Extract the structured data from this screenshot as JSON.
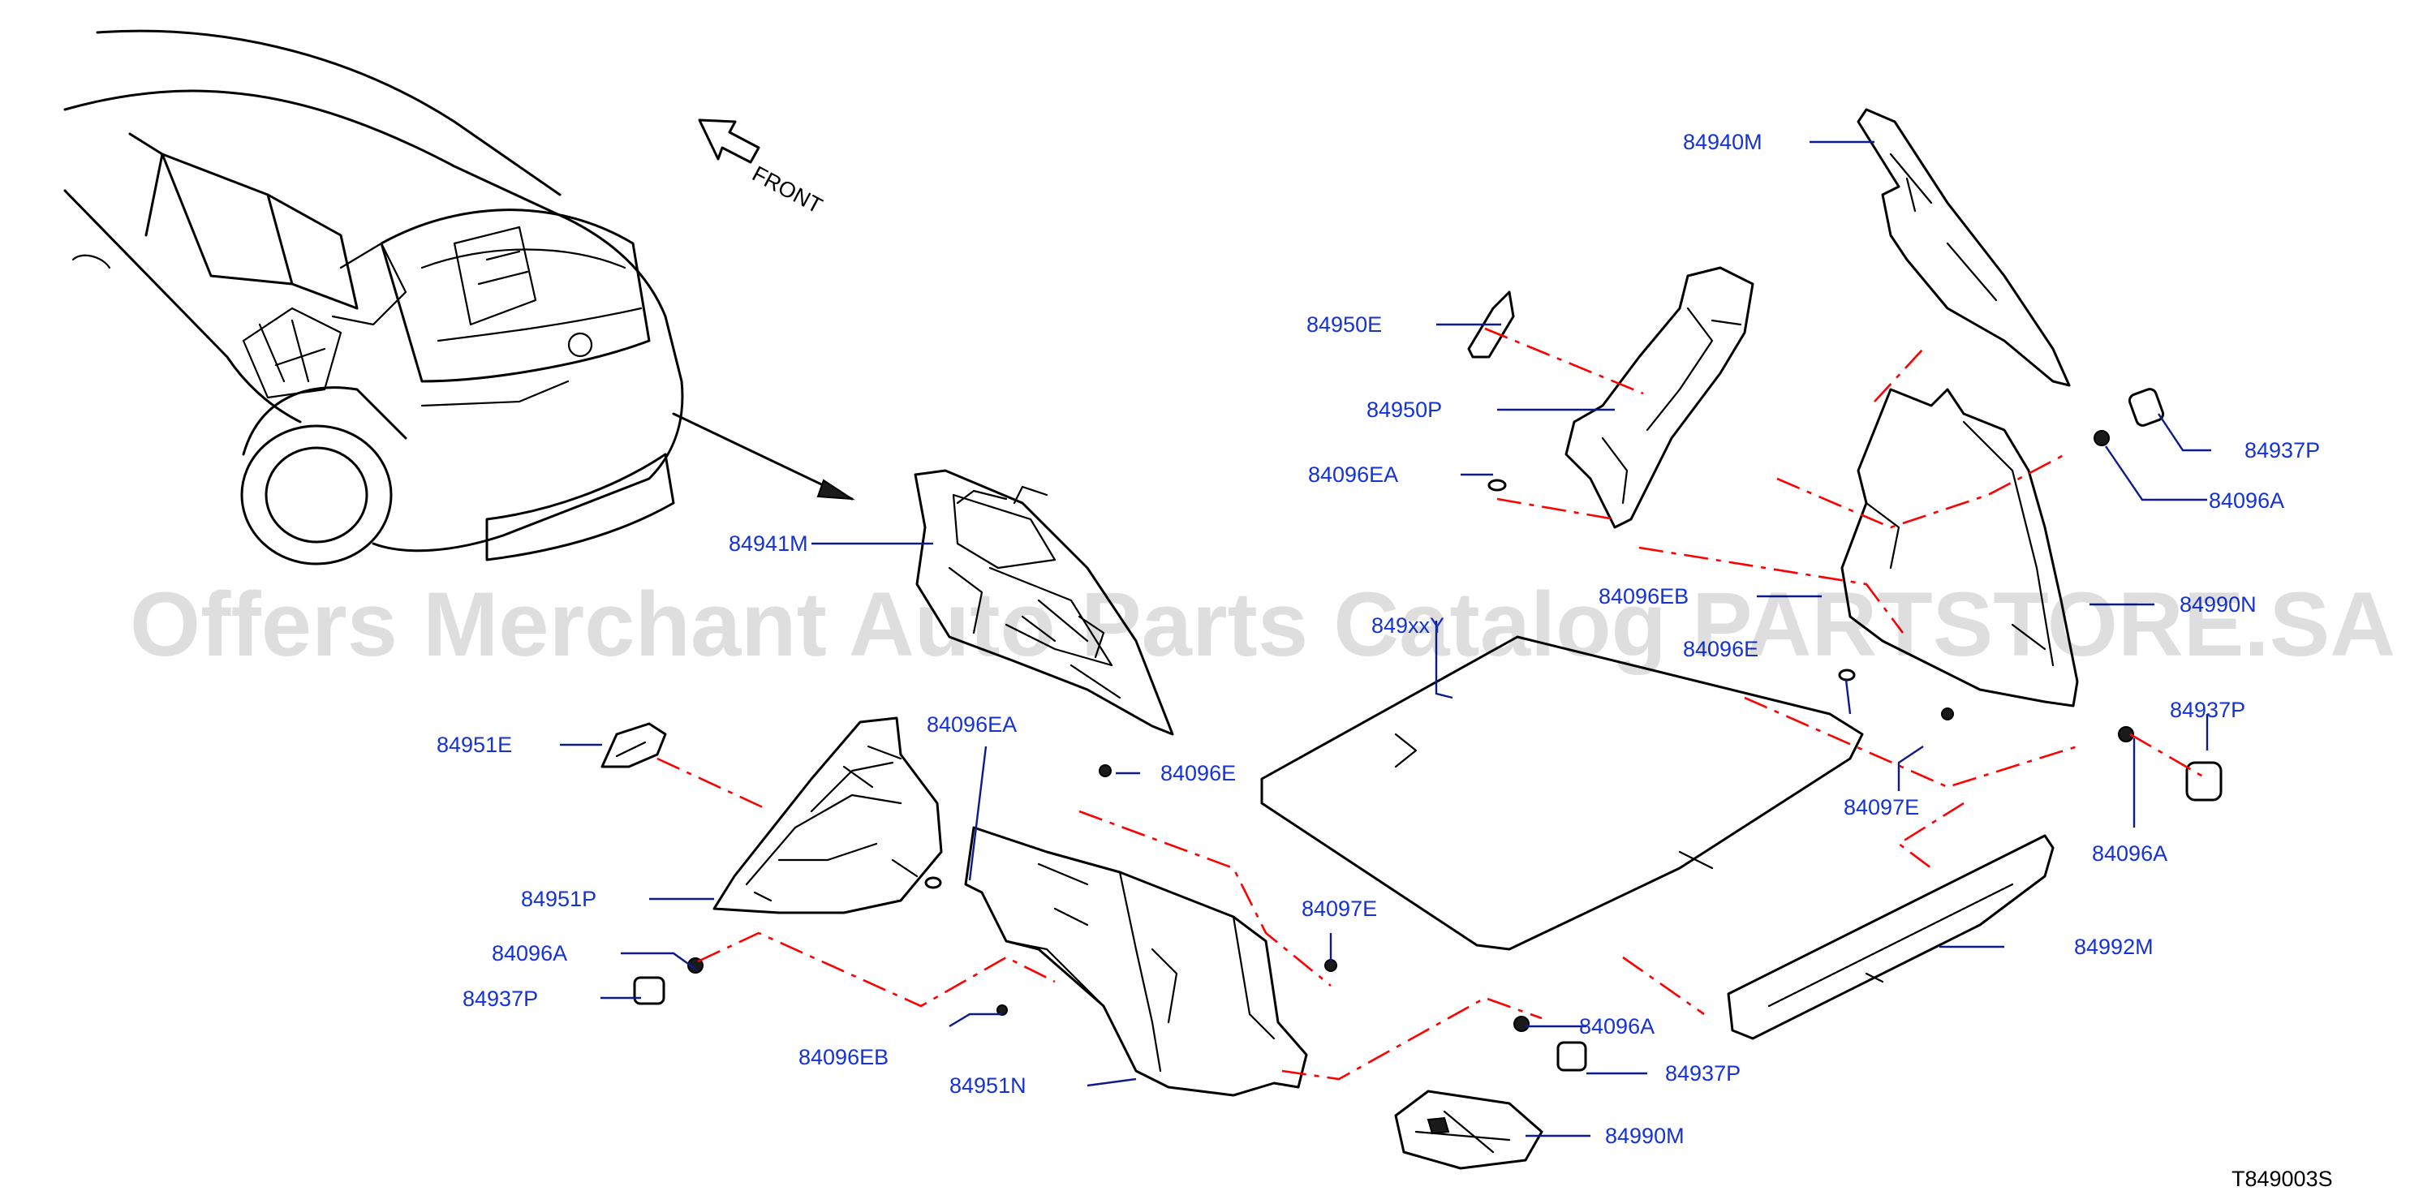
{
  "diagram": {
    "direction_label": "FRONT",
    "drawing_code": "T849003S",
    "watermark": "Offers Merchant Auto Parts Catalog PARTSTORE.SA",
    "callouts": {
      "c84940M": "84940M",
      "c84950E": "84950E",
      "c84950P": "84950P",
      "c84096EA_top": "84096EA",
      "c84937P_tr": "84937P",
      "c84096A_tr": "84096A",
      "c84941M": "84941M",
      "c84096EB_mid": "84096EB",
      "c84990N": "84990N",
      "c849xxY": "849xxY",
      "c84096E_mid": "84096E",
      "c84937P_r": "84937P",
      "c84097E_r": "84097E",
      "c84096A_r": "84096A",
      "c84951E": "84951E",
      "c84096EA_l": "84096EA",
      "c84096E_l": "84096E",
      "c84951P": "84951P",
      "c84097E_m": "84097E",
      "c84096A_l": "84096A",
      "c84992M": "84992M",
      "c84937P_l": "84937P",
      "c84096A_b": "84096A",
      "c84096EB_b": "84096EB",
      "c84937P_b": "84937P",
      "c84951N": "84951N",
      "c84990M": "84990M"
    }
  }
}
